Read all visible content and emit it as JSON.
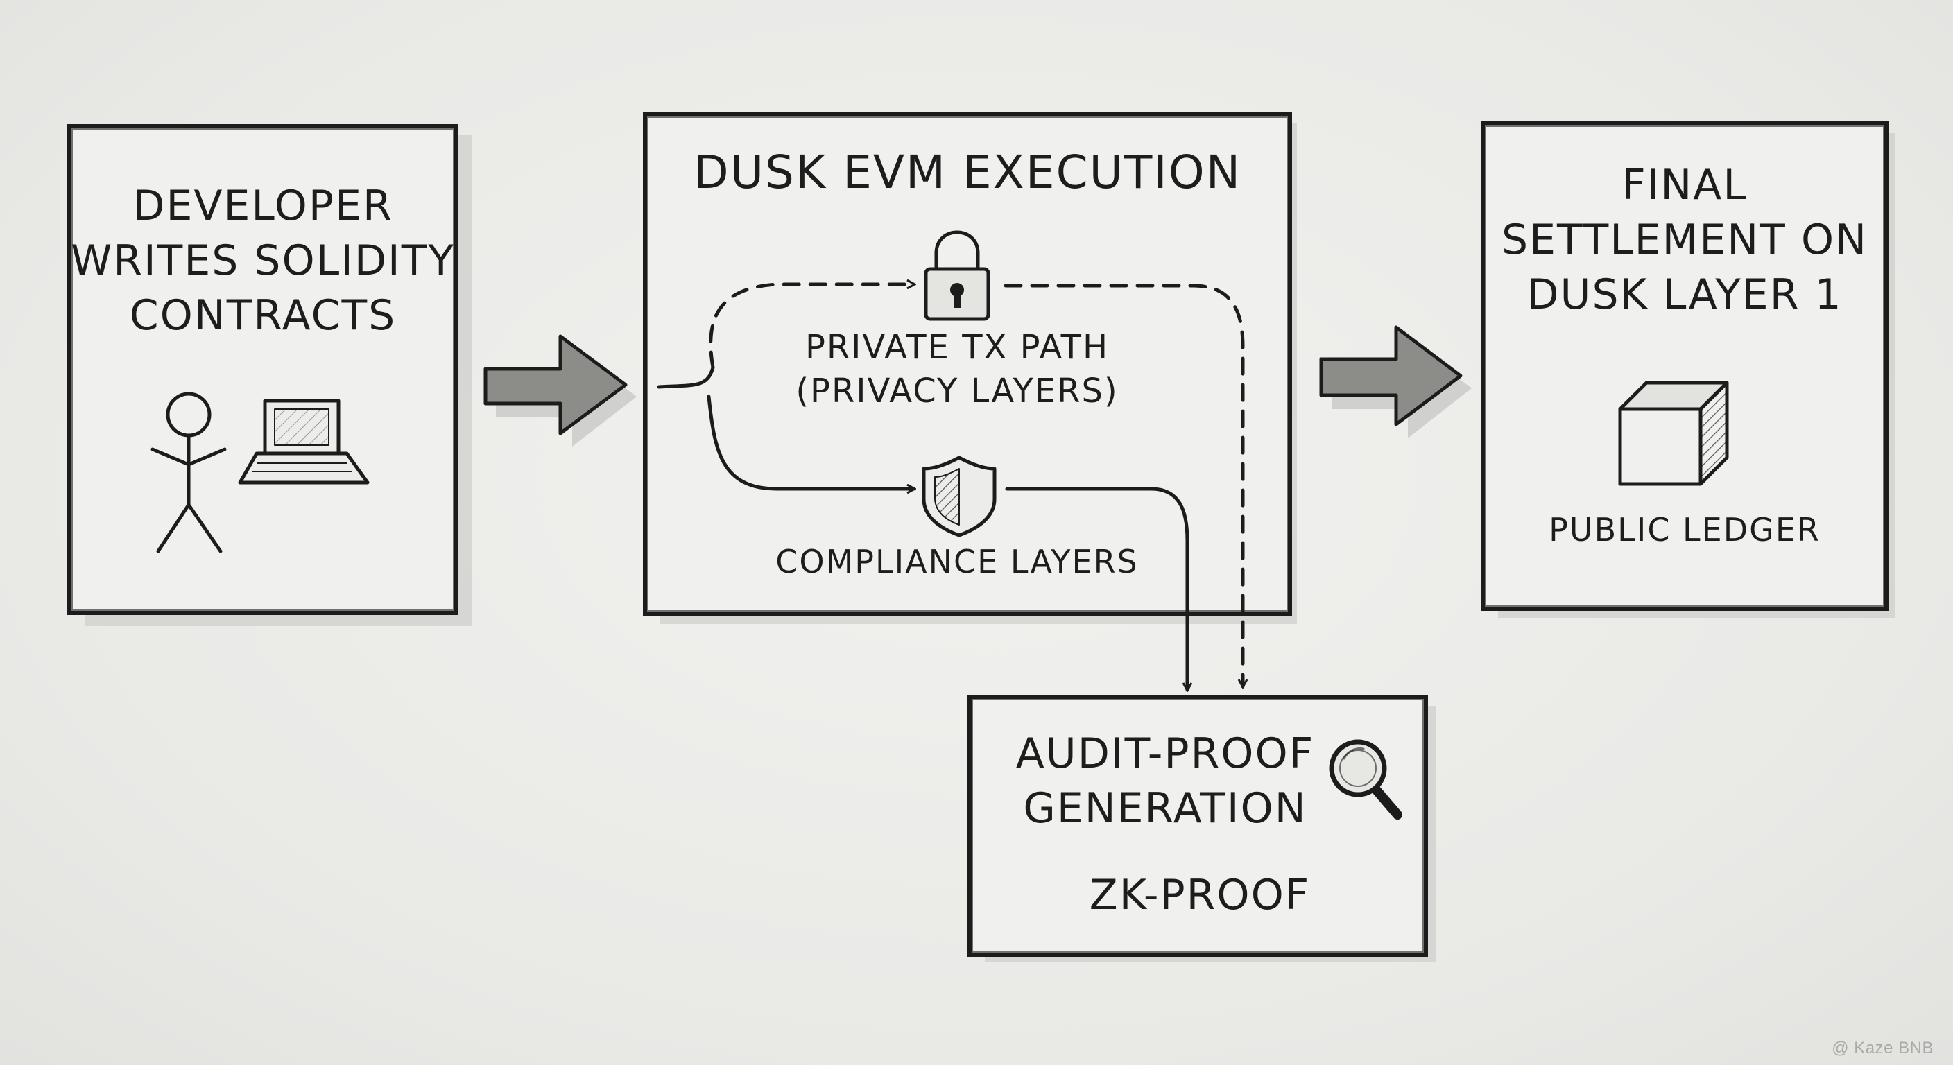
{
  "developer_box": {
    "lines": [
      "DEVELOPER",
      "WRITES SOLIDITY",
      "CONTRACTS"
    ],
    "icons": [
      "stick-figure-icon",
      "laptop-icon"
    ]
  },
  "execution_box": {
    "title": "DUSK EVM EXECUTION",
    "private_path": {
      "lines": [
        "PRIVATE TX PATH",
        "(PRIVACY LAYERS)"
      ],
      "icon": "padlock-icon"
    },
    "compliance": {
      "label": "COMPLIANCE LAYERS",
      "icon": "shield-icon"
    }
  },
  "settlement_box": {
    "lines": [
      "FINAL",
      "SETTLEMENT ON",
      "DUSK LAYER 1"
    ],
    "icon": "cube-icon",
    "caption": "PUBLIC LEDGER"
  },
  "audit_box": {
    "lines": [
      "AUDIT-PROOF",
      "GENERATION"
    ],
    "icon": "magnifier-icon",
    "caption": "ZK-PROOF"
  },
  "watermark": "@ Kaze BNB",
  "colors": {
    "paper": "#ececea",
    "ink": "#1c1c1c",
    "arrow_fill": "#8a8a87",
    "shadow": "#bdbdba"
  }
}
